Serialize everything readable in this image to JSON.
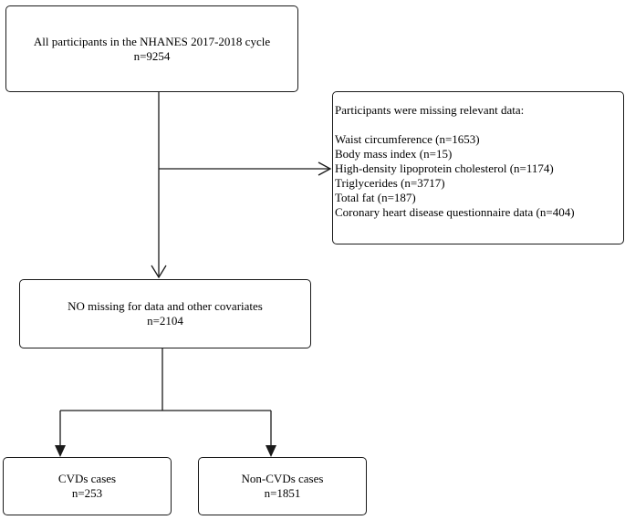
{
  "diagram": {
    "start": {
      "title": "All participants in the NHANES 2017-2018 cycle",
      "count": "n=9254"
    },
    "exclusion": {
      "heading": "Participants were missing relevant data:",
      "items": [
        "Waist circumference (n=1653)",
        "Body mass index (n=15)",
        "High-density lipoprotein cholesterol (n=1174)",
        "Triglycerides (n=3717)",
        "Total fat (n=187)",
        "Coronary heart disease questionnaire data (n=404)"
      ]
    },
    "included": {
      "title": "NO missing for data and other covariates",
      "count": "n=2104"
    },
    "groups": [
      {
        "title": "CVDs cases",
        "count": "n=253"
      },
      {
        "title": "Non-CVDs cases",
        "count": "n=1851"
      }
    ]
  }
}
